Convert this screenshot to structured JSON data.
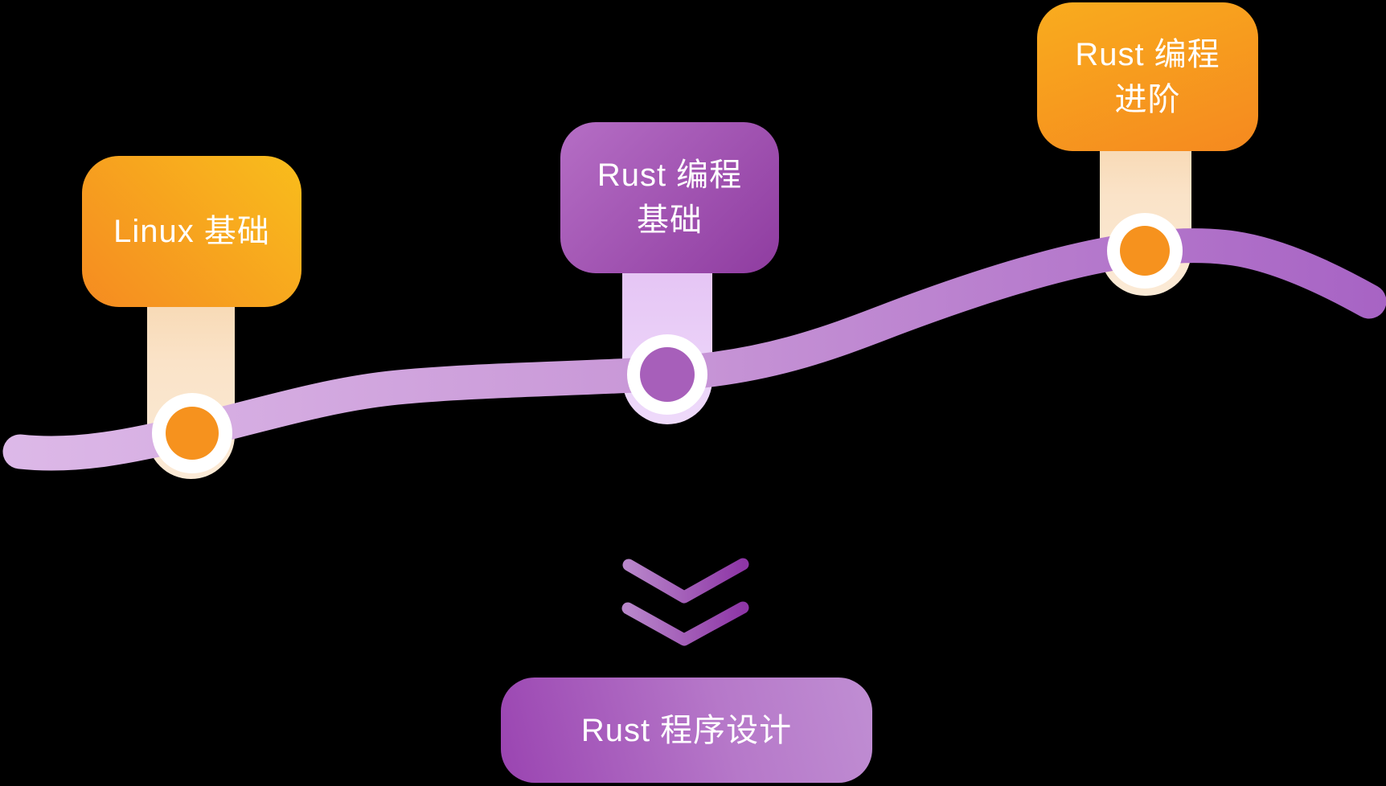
{
  "diagram": {
    "milestones": [
      {
        "id": "linux-basics",
        "label": "Linux 基础",
        "theme": "orange",
        "dot_color": "#f6921e"
      },
      {
        "id": "rust-basics",
        "label": "Rust 编程\n基础",
        "theme": "purple",
        "dot_color": "#a75fba"
      },
      {
        "id": "rust-advanced",
        "label": "Rust 编程\n进阶",
        "theme": "orange",
        "dot_color": "#f6921e"
      }
    ],
    "flow_icon": "double-chevron-down-icon",
    "result": {
      "id": "rust-program-design",
      "label": "Rust 程序设计"
    }
  },
  "colors": {
    "background": "#000000",
    "track_gradient": [
      "#ddb9e8",
      "#c795d6",
      "#a763c4"
    ],
    "orange_card_gradient": [
      "#f58b21",
      "#f9bd1c"
    ],
    "orange_card_advanced_gradient": [
      "#f9ac1e",
      "#f5891f"
    ],
    "purple_card_gradient": [
      "#b56ec5",
      "#8f3ca0"
    ],
    "result_card_gradient": [
      "#9a44b1",
      "#c08ed3"
    ],
    "connector_cream": "#fae3c8",
    "connector_lavender": "#e9cdf7",
    "dot_ring": "#ffffff",
    "dot_orange": "#f6921e",
    "dot_purple": "#a75fba",
    "chevron_gradient": [
      "#b886ca",
      "#8e36a6"
    ],
    "text": "#ffffff"
  }
}
